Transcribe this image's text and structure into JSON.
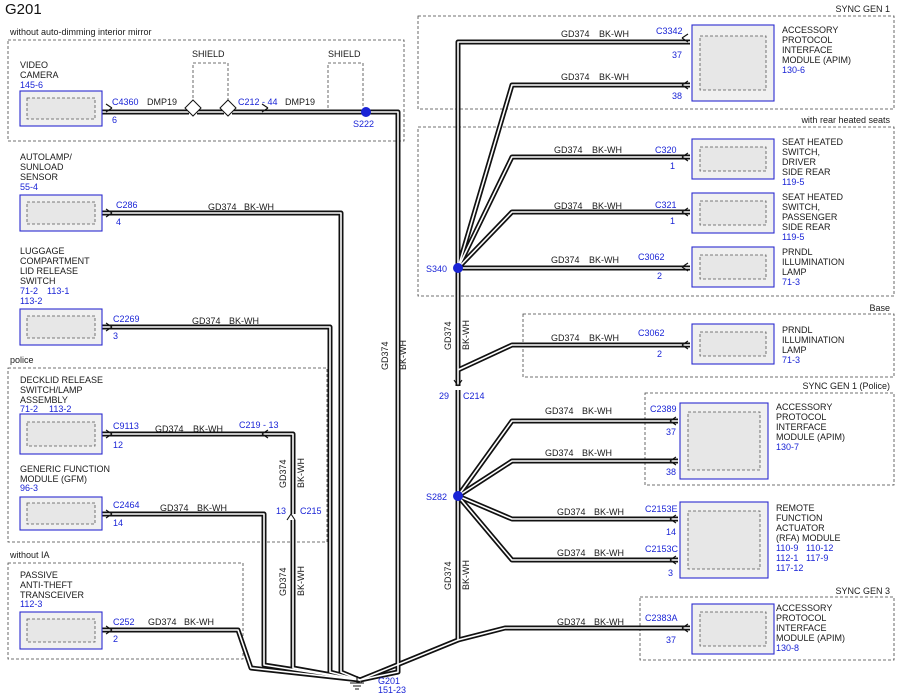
{
  "title": "G201",
  "sections": {
    "without_dimming": "without auto-dimming interior mirror",
    "sync_gen1": "SYNC GEN 1",
    "rear_heated": "with rear heated seats",
    "base": "Base",
    "police": "police",
    "sync_gen1_police": "SYNC GEN 1 (Police)",
    "without_ia": "without IA",
    "sync_gen3": "SYNC GEN 3"
  },
  "wire": {
    "circuit": "GD374",
    "color": "BK-WH",
    "dmp": "DMP19",
    "shield": "SHIELD"
  },
  "splices": {
    "s222": "S222",
    "s340": "S340",
    "s282": "S282"
  },
  "connectors": {
    "c4360": "C4360",
    "c4360_pin": "6",
    "c212": "C212 - 44",
    "c286": "C286",
    "c286_pin": "4",
    "c2269": "C2269",
    "c2269_pin": "3",
    "c9113": "C9113",
    "c9113_pin": "12",
    "c219": "C219 - 13",
    "c215": "C215",
    "c215_pin": "13",
    "c2464": "C2464",
    "c2464_pin": "14",
    "c252": "C252",
    "c252_pin": "2",
    "c3342": "C3342",
    "c3342_pin1": "37",
    "c3342_pin2": "38",
    "c320": "C320",
    "c320_pin": "1",
    "c321": "C321",
    "c321_pin": "1",
    "c3062a": "C3062",
    "c3062a_pin": "2",
    "c3062b": "C3062",
    "c3062b_pin": "2",
    "c214": "C214",
    "c214_pin": "29",
    "c2389": "C2389",
    "c2389_pin1": "37",
    "c2389_pin2": "38",
    "c2153e": "C2153E",
    "c2153e_pin": "14",
    "c2153c": "C2153C",
    "c2153c_pin": "3",
    "c2383a": "C2383A",
    "c2383a_pin": "37"
  },
  "components": {
    "video_camera": {
      "l1": "VIDEO",
      "l2": "CAMERA",
      "ref": "145-6"
    },
    "autolamp": {
      "l1": "AUTOLAMP/",
      "l2": "SUNLOAD",
      "l3": "SENSOR",
      "ref": "55-4"
    },
    "luggage": {
      "l1": "LUGGAGE",
      "l2": "COMPARTMENT",
      "l3": "LID RELEASE",
      "l4": "SWITCH",
      "ref1": "71-2",
      "ref2": "113-1",
      "ref3": "113-2"
    },
    "decklid": {
      "l1": "DECKLID RELEASE",
      "l2": "SWITCH/LAMP",
      "l3": "ASSEMBLY",
      "ref1": "71-2",
      "ref2": "113-2"
    },
    "gfm": {
      "l1": "GENERIC FUNCTION",
      "l2": "MODULE (GFM)",
      "ref": "96-3"
    },
    "pats": {
      "l1": "PASSIVE",
      "l2": "ANTI-THEFT",
      "l3": "TRANSCEIVER",
      "ref": "112-3"
    },
    "apim1": {
      "l1": "ACCESSORY",
      "l2": "PROTOCOL",
      "l3": "INTERFACE",
      "l4": "MODULE (APIM)",
      "ref": "130-6"
    },
    "seat_driver": {
      "l1": "SEAT HEATED",
      "l2": "SWITCH,",
      "l3": "DRIVER",
      "l4": "SIDE REAR",
      "ref": "119-5"
    },
    "seat_pass": {
      "l1": "SEAT HEATED",
      "l2": "SWITCH,",
      "l3": "PASSENGER",
      "l4": "SIDE REAR",
      "ref": "119-5"
    },
    "prndl1": {
      "l1": "PRNDL",
      "l2": "ILLUMINATION",
      "l3": "LAMP",
      "ref": "71-3"
    },
    "prndl2": {
      "l1": "PRNDL",
      "l2": "ILLUMINATION",
      "l3": "LAMP",
      "ref": "71-3"
    },
    "apim_police": {
      "l1": "ACCESSORY",
      "l2": "PROTOCOL",
      "l3": "INTERFACE",
      "l4": "MODULE (APIM)",
      "ref": "130-7"
    },
    "rfa": {
      "l1": "REMOTE",
      "l2": "FUNCTION",
      "l3": "ACTUATOR",
      "l4": "(RFA) MODULE",
      "ref1": "110-9",
      "ref2": "110-12",
      "ref3": "112-1",
      "ref4": "117-9",
      "ref5": "117-12"
    },
    "apim3": {
      "l1": "ACCESSORY",
      "l2": "PROTOCOL",
      "l3": "INTERFACE",
      "l4": "MODULE (APIM)",
      "ref": "130-8"
    }
  },
  "ground": {
    "name": "G201",
    "ref": "151-23"
  },
  "colors": {
    "wire": "#111111",
    "accent": "#1a24d6"
  }
}
